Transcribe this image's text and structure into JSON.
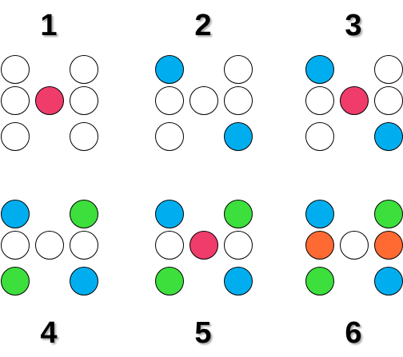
{
  "colors": {
    "empty": "#ffffff",
    "red": "#f03c6b",
    "blue": "#00aeef",
    "green": "#3ddf3d",
    "orange": "#ff6a33"
  },
  "panels": [
    {
      "label": "1",
      "dots": [
        "empty",
        "empty",
        "empty",
        "red",
        "empty",
        "empty",
        "empty"
      ]
    },
    {
      "label": "2",
      "dots": [
        "blue",
        "empty",
        "empty",
        "empty",
        "empty",
        "empty",
        "blue"
      ]
    },
    {
      "label": "3",
      "dots": [
        "blue",
        "empty",
        "empty",
        "red",
        "empty",
        "empty",
        "blue"
      ]
    },
    {
      "label": "4",
      "dots": [
        "blue",
        "green",
        "empty",
        "empty",
        "empty",
        "green",
        "blue"
      ]
    },
    {
      "label": "5",
      "dots": [
        "blue",
        "green",
        "empty",
        "red",
        "empty",
        "green",
        "blue"
      ]
    },
    {
      "label": "6",
      "dots": [
        "blue",
        "green",
        "orange",
        "empty",
        "orange",
        "green",
        "blue"
      ]
    }
  ]
}
